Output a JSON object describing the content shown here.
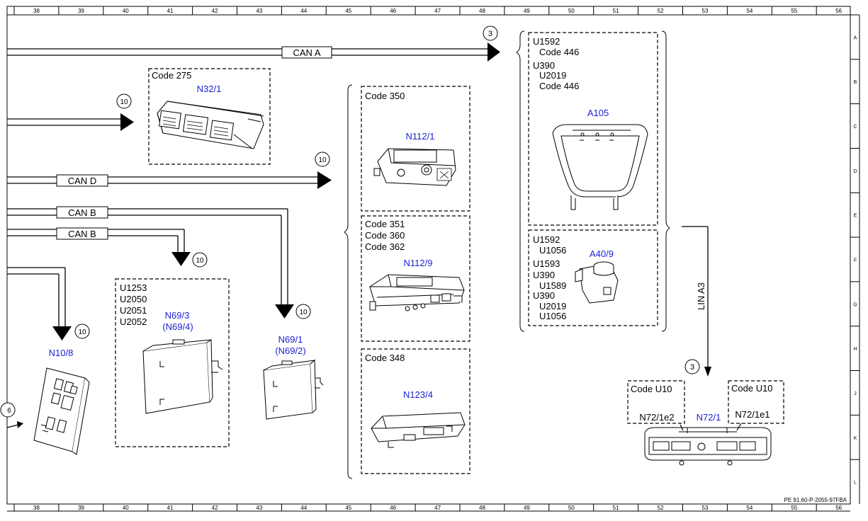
{
  "ruler": {
    "columns": [
      "38",
      "39",
      "40",
      "41",
      "42",
      "43",
      "44",
      "45",
      "46",
      "47",
      "48",
      "49",
      "50",
      "51",
      "52",
      "53",
      "54",
      "55",
      "56"
    ],
    "rows": [
      "A",
      "B",
      "C",
      "D",
      "E",
      "F",
      "G",
      "H",
      "J",
      "K",
      "L"
    ]
  },
  "buses": {
    "can_a": "CAN A",
    "can_d": "CAN D",
    "can_b1": "CAN B",
    "can_b2": "CAN B",
    "lin_a3": "LIN A3"
  },
  "refs": {
    "r3_top": "3",
    "r10_a": "10",
    "r10_b": "10",
    "r10_c": "10",
    "r10_d": "10",
    "r10_e": "10",
    "r6": "6",
    "r3_bottom": "3"
  },
  "components": {
    "n32_1": {
      "code": "Code 275",
      "name": "N32/1"
    },
    "n112_1": {
      "code": "Code 350",
      "name": "N112/1"
    },
    "n112_9": {
      "codes": [
        "Code 351",
        "Code 360",
        "Code 362"
      ],
      "name": "N112/9"
    },
    "n123_4": {
      "code": "Code 348",
      "name": "N123/4"
    },
    "a105": {
      "codes": [
        "U1592",
        "Code 446",
        "U390",
        "U2019",
        "Code 446"
      ],
      "name": "A105"
    },
    "a40_9": {
      "codes": [
        "U1592",
        "U1056",
        "U1593",
        "U390",
        "U1589",
        "U390",
        "U2019",
        "U1056"
      ],
      "name": "A40/9"
    },
    "n69_3": {
      "codes": [
        "U1253",
        "U2050",
        "U2051",
        "U2052"
      ],
      "name": "N69/3",
      "alt": "(N69/4)"
    },
    "n69_1": {
      "name": "N69/1",
      "alt": "(N69/2)"
    },
    "n10_8": {
      "name": "N10/8"
    },
    "n72_1": {
      "name": "N72/1"
    },
    "n72_1e2": {
      "code": "Code U10",
      "name": "N72/1e2"
    },
    "n72_1e1": {
      "code": "Code U10",
      "name": "N72/1e1"
    }
  },
  "footer": "PE 91.60-P-2055-97FBA",
  "colors": {
    "line": "#000000",
    "component_label": "#1c1cd6",
    "background": "#ffffff"
  }
}
